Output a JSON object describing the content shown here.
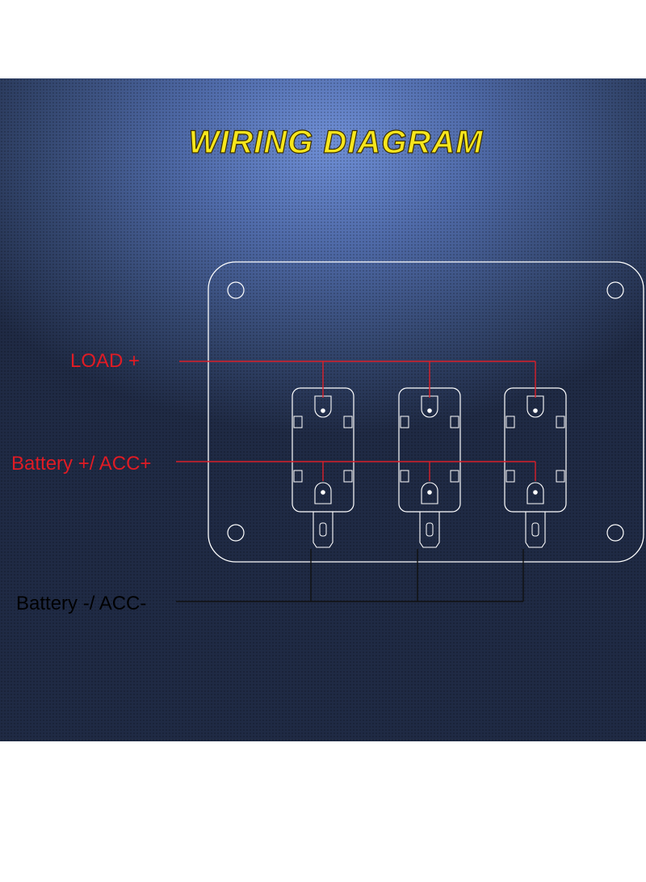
{
  "title": "WIRING DIAGRAM",
  "labels": {
    "load_plus": "LOAD +",
    "battery_plus": "Battery +/ ACC+",
    "battery_minus": "Battery -/ ACC-"
  },
  "colors": {
    "title": "#f7e61c",
    "title_outline": "#3a2f00",
    "positive_wire": "#d9202a",
    "negative_wire": "#111111",
    "outline": "#ffffff",
    "label_red": "#e01b24",
    "label_black": "#000000"
  },
  "switches": [
    {
      "id": "switch-1"
    },
    {
      "id": "switch-2"
    },
    {
      "id": "switch-3"
    }
  ]
}
